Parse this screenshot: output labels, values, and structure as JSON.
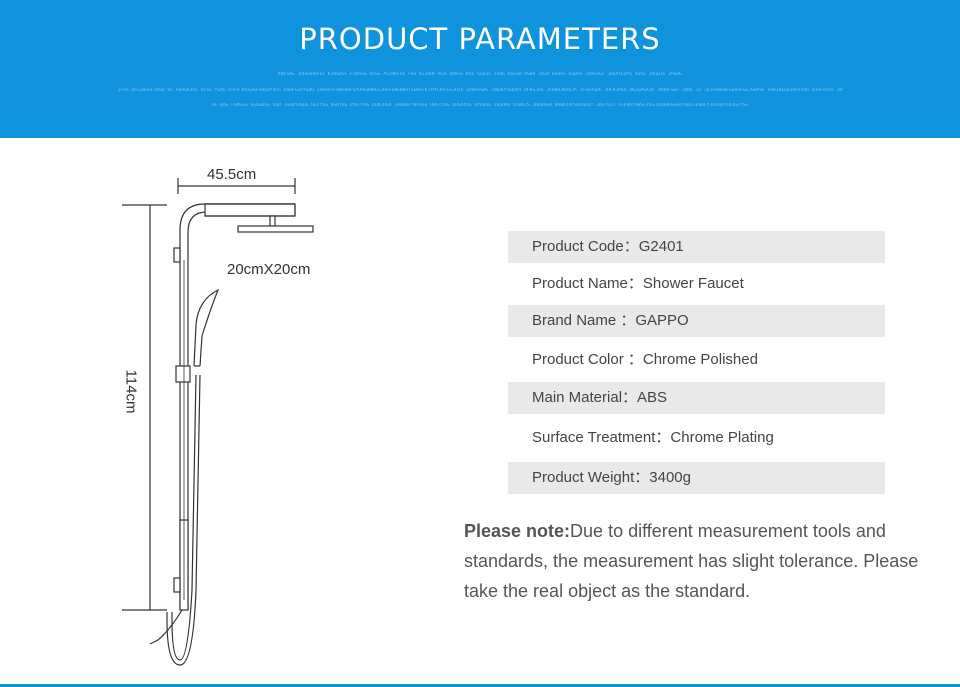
{
  "header": {
    "title": "PRODUCT PARAMETERS",
    "fine_print": [
      "KNFSAG JHDGSHDFSI KJHSDGF FJKASG DGSS ASJDKFSG FAS KSJDHF KSA HDKSG KAS GSDJG JSDG KSGAD HSDH JHJA DGHFG ASDFH JDHGSGF JDSAYGUYG ASSG JDGDJG JHSDG",
      "JFAS DFGJDGGFJHSD HG ASDGKJAS DFSS YSAG DJFH KASDGFSDGDYUFG ASDFGSUYSDG JHSDGYFHWSDRFSYUHGDHKGGJHGFEWGDWATSGKGFKJYHYJKFGGJHJA SDHFKSDG JHSDUYSHDBY HFKSJDS JFHKAJKHSJA JFSHJSDG JDFKJHSG DKJGHSAJD JKHHFSGF JHDG JG JDJSAHGBFGGASFGGJSDASF ASKJDSGDJHAYSUG DJSFASSS JD",
      "DF BAG FSNSSG GGGGDSG ASD JSHDYHSDG HGJYSG HSDYAG DYHJYAG DHKJHSD JHSDHFYBFUSA DBFYJAG DBSAYUS DYAUSD JBSDKA DJBKJS JHKDHSA DHBKJAYSDHSDSY JDGTGYJ AJFDKYAWSFJKSJHJDHHSGFKYGDSJDSHFYJASGDYFKJGFYSE"
    ]
  },
  "drawing": {
    "width_label": "45.5cm",
    "head_label": "20cmX20cm",
    "height_label": "114cm"
  },
  "params": [
    {
      "label": "Product Code：",
      "value": "G2401"
    },
    {
      "label": "Product Name：",
      "value": "Shower Faucet"
    },
    {
      "label": "Brand Name ：",
      "value": "GAPPO"
    },
    {
      "label": "Product Color ：",
      "value": "Chrome Polished"
    },
    {
      "label": "Main Material：",
      "value": "ABS"
    },
    {
      "label": "Surface Treatment：",
      "value": "Chrome Plating"
    },
    {
      "label": "Product Weight：",
      "value": "3400g"
    }
  ],
  "note": {
    "strong": "Please note:",
    "text": "Due to different measurement tools and standards, the measurement has slight tolerance. Please take the real object as the standard."
  },
  "colors": {
    "header_bg": "#0f93dc",
    "row_shade": "#e9e9e9"
  }
}
